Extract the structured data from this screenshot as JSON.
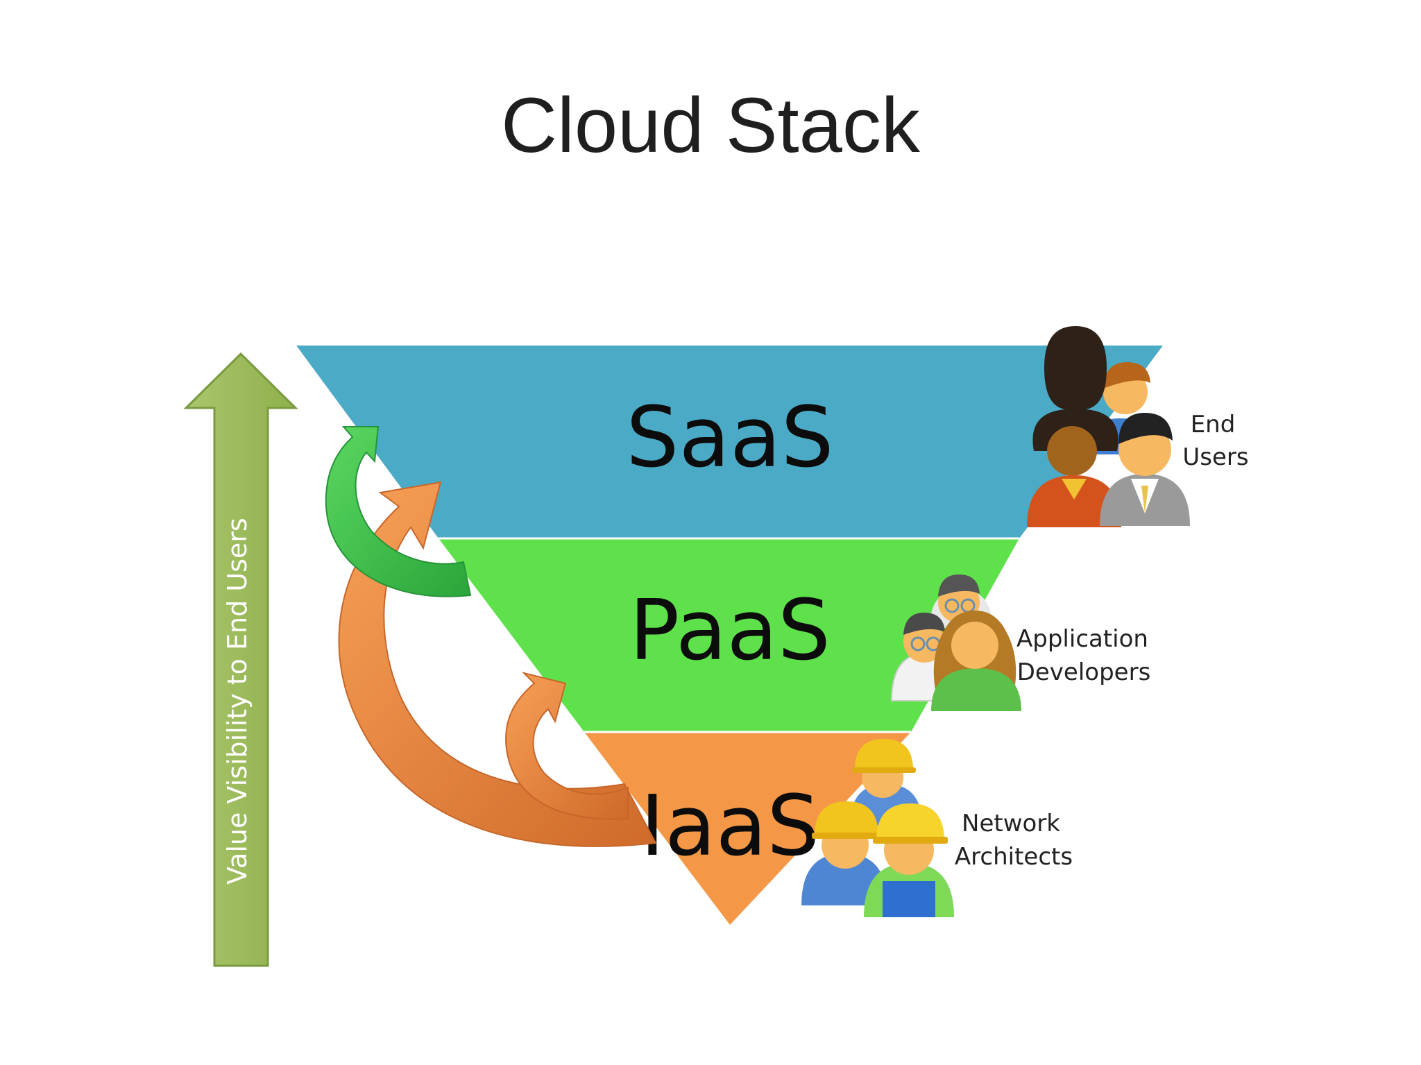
{
  "title": "Cloud Stack",
  "layers": [
    {
      "label": "SaaS",
      "color": "#4babc6"
    },
    {
      "label": "PaaS",
      "color": "#5fe14c"
    },
    {
      "label": "IaaS",
      "color": "#f49848"
    }
  ],
  "roles": [
    {
      "line1": "End",
      "line2": "Users",
      "icon": "end-users-group-icon"
    },
    {
      "line1": "Application",
      "line2": "Developers",
      "icon": "developers-group-icon"
    },
    {
      "line1": "Network",
      "line2": "Architects",
      "icon": "architects-group-icon"
    }
  ],
  "axis": {
    "label": "Value Visibility to End Users",
    "color": "#9bbb59"
  },
  "arrow_colors": {
    "green": "#3cc14a",
    "orange": "#ef8b3c"
  }
}
